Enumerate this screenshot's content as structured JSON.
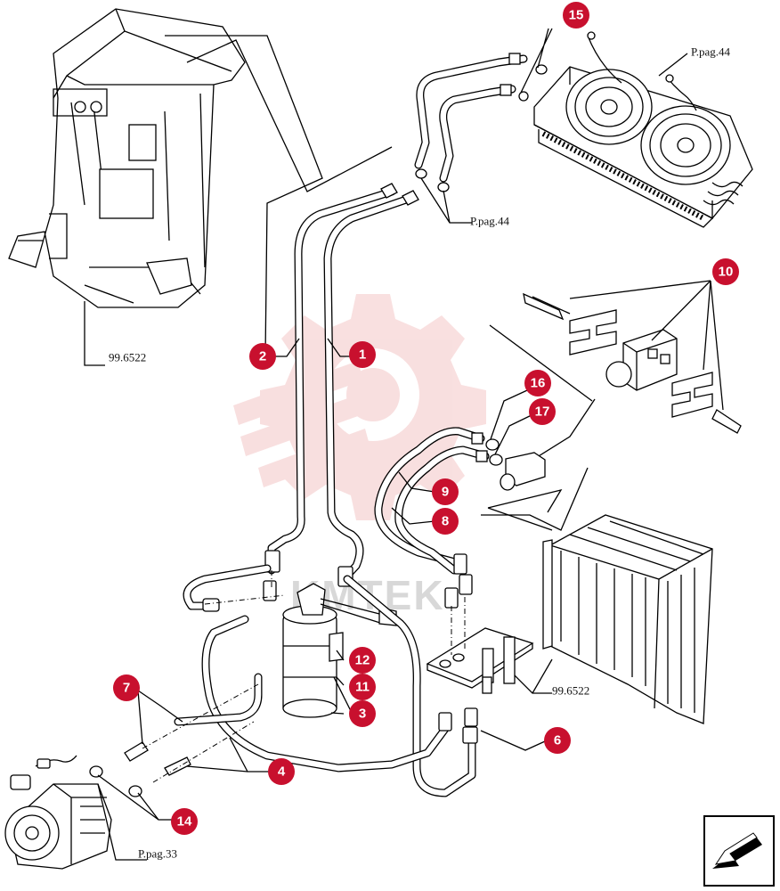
{
  "watermark": "KMTEK",
  "callouts": [
    {
      "id": "c15",
      "label": "15"
    },
    {
      "id": "c10",
      "label": "10"
    },
    {
      "id": "c2",
      "label": "2"
    },
    {
      "id": "c1",
      "label": "1"
    },
    {
      "id": "c16",
      "label": "16"
    },
    {
      "id": "c17",
      "label": "17"
    },
    {
      "id": "c9",
      "label": "9"
    },
    {
      "id": "c8",
      "label": "8"
    },
    {
      "id": "c12",
      "label": "12"
    },
    {
      "id": "c11",
      "label": "11"
    },
    {
      "id": "c3",
      "label": "3"
    },
    {
      "id": "c7",
      "label": "7"
    },
    {
      "id": "c4",
      "label": "4"
    },
    {
      "id": "c6",
      "label": "6"
    },
    {
      "id": "c14",
      "label": "14"
    }
  ],
  "references": {
    "cab": "99.6522",
    "condenser_top": "P.pag.44",
    "condenser_fittings": "P.pag.44",
    "evaporator": "99.6522",
    "compressor": "P.pag.33"
  },
  "icons": {
    "logo": "gear-logo-icon",
    "navigation": "arrow-down-left-icon"
  },
  "colors": {
    "callout": "#c8102e",
    "watermark_logo": "#f4c6c6"
  }
}
